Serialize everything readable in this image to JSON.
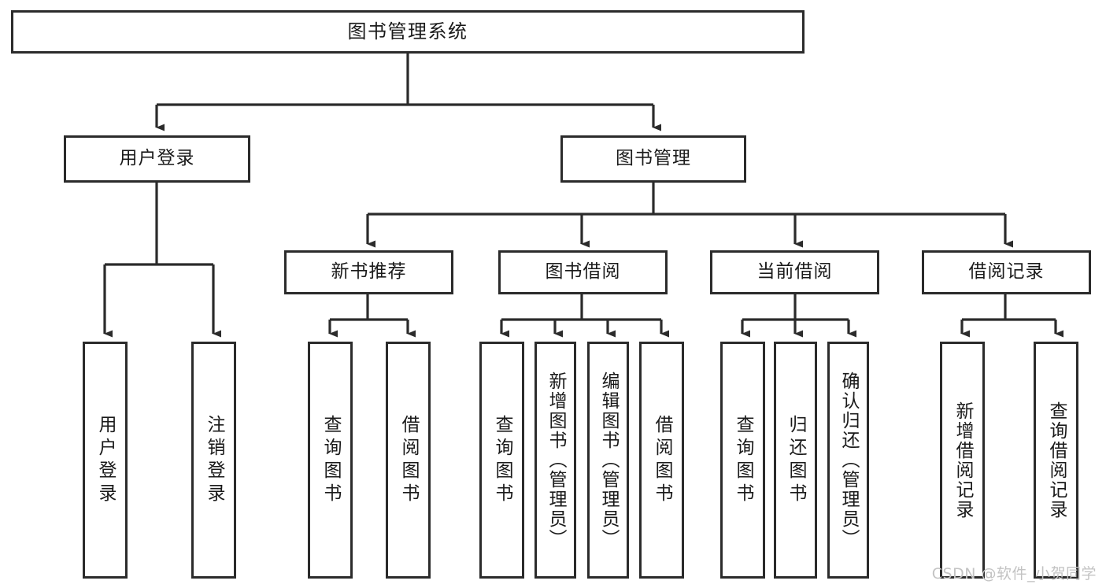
{
  "diagram": {
    "title": "图书管理系统",
    "type": "tree",
    "watermark": "CSDN @软件_小贺同学",
    "colors": {
      "box_border": "#2b2b2b",
      "box_fill": "#ffffff",
      "edge": "#2b2b2b",
      "text": "#1a1a1a",
      "watermark": "#c3c3c3"
    },
    "root": {
      "label": "图书管理系统"
    },
    "level1": [
      {
        "id": "user-login",
        "label": "用户登录"
      },
      {
        "id": "book-manage",
        "label": "图书管理"
      }
    ],
    "level2": [
      {
        "id": "new-book-rec",
        "label": "新书推荐",
        "parent": "book-manage"
      },
      {
        "id": "book-borrow",
        "label": "图书借阅",
        "parent": "book-manage"
      },
      {
        "id": "current-borrow",
        "label": "当前借阅",
        "parent": "book-manage"
      },
      {
        "id": "borrow-record",
        "label": "借阅记录",
        "parent": "book-manage"
      }
    ],
    "leaves": {
      "user-login": [
        {
          "id": "leaf-user-login",
          "label": "用户登录"
        },
        {
          "id": "leaf-user-logout",
          "label": "注销登录"
        }
      ],
      "new-book-rec": [
        {
          "id": "leaf-query-book-1",
          "label": "查询图书"
        },
        {
          "id": "leaf-borrow-book-1",
          "label": "借阅图书"
        }
      ],
      "book-borrow": [
        {
          "id": "leaf-query-book-2",
          "label": "查询图书"
        },
        {
          "id": "leaf-add-book",
          "label": "新增图书（管理员）"
        },
        {
          "id": "leaf-edit-book",
          "label": "编辑图书（管理员）"
        },
        {
          "id": "leaf-borrow-book-2",
          "label": "借阅图书"
        }
      ],
      "current-borrow": [
        {
          "id": "leaf-query-book-3",
          "label": "查询图书"
        },
        {
          "id": "leaf-return-book",
          "label": "归还图书"
        },
        {
          "id": "leaf-confirm-return",
          "label": "确认归还（管理员）"
        }
      ],
      "borrow-record": [
        {
          "id": "leaf-add-record",
          "label": "新增借阅记录"
        },
        {
          "id": "leaf-query-record",
          "label": "查询借阅记录"
        }
      ]
    }
  }
}
